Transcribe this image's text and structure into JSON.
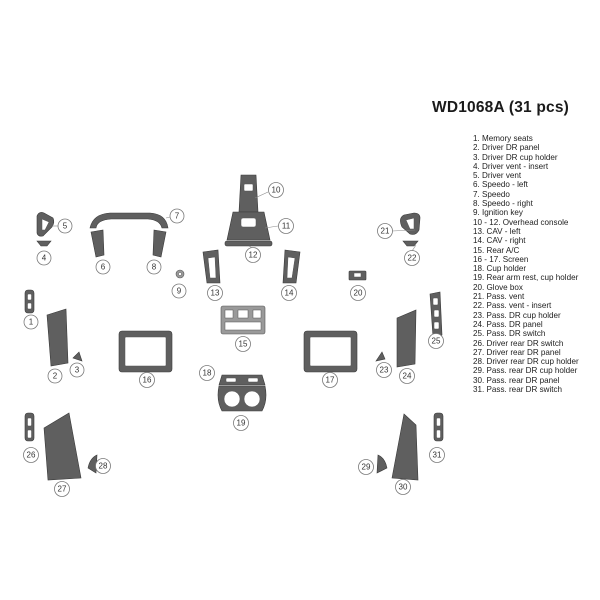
{
  "title": "WD1068A (31 pcs)",
  "legend": [
    "1. Memory seats",
    "2. Driver DR panel",
    "3. Driver DR cup holder",
    "4. Driver vent - insert",
    "5. Driver vent",
    "6. Speedo - left",
    "7. Speedo",
    "8. Speedo - right",
    "9. Ignition key",
    "10 - 12. Overhead console",
    "13. CAV - left",
    "14. CAV - right",
    "15. Rear A/C",
    "16 - 17. Screen",
    "18. Cup holder",
    "19. Rear arm rest, cup holder",
    "20. Glove box",
    "21. Pass. vent",
    "22. Pass. vent - insert",
    "23. Pass. DR cup holder",
    "24. Pass. DR panel",
    "25. Pass. DR switch",
    "26. Driver rear DR switch",
    "27. Driver rear DR panel",
    "28. Driver rear DR cup holder",
    "29. Pass. rear DR cup holder",
    "30. Pass. rear DR panel",
    "31. Pass. rear DR switch"
  ],
  "callouts": [
    "1",
    "2",
    "3",
    "4",
    "5",
    "6",
    "7",
    "8",
    "9",
    "10",
    "11",
    "12",
    "13",
    "14",
    "15",
    "16",
    "17",
    "18",
    "19",
    "20",
    "21",
    "22",
    "23",
    "24",
    "25",
    "26",
    "27",
    "28",
    "29",
    "30",
    "31"
  ],
  "colors": {
    "part_fill": "#5f5f5f",
    "callout_stroke": "#7a7a7a",
    "text": "#222222"
  }
}
